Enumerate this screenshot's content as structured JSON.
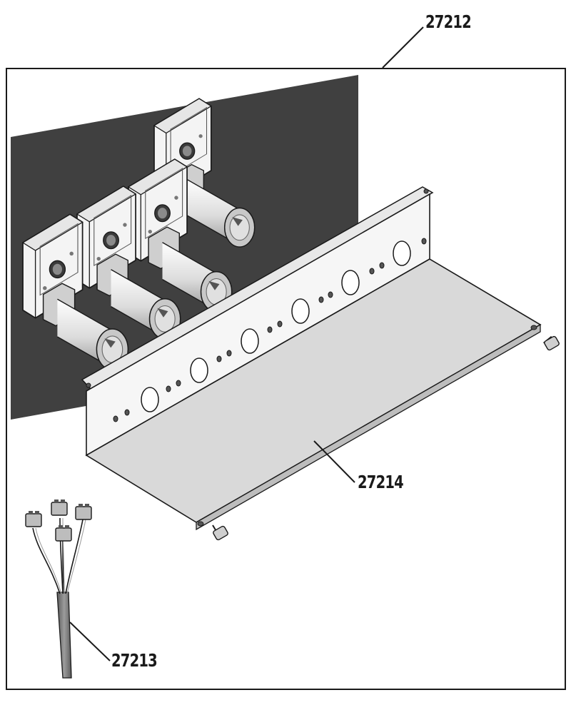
{
  "callouts": {
    "assembly": "27212",
    "wiring_harness": "27213",
    "mounting_bracket": "27214"
  },
  "colors": {
    "background_panel": "#404040",
    "bracket_fill": "#d9d9d9",
    "line": "#1a1a1a"
  }
}
